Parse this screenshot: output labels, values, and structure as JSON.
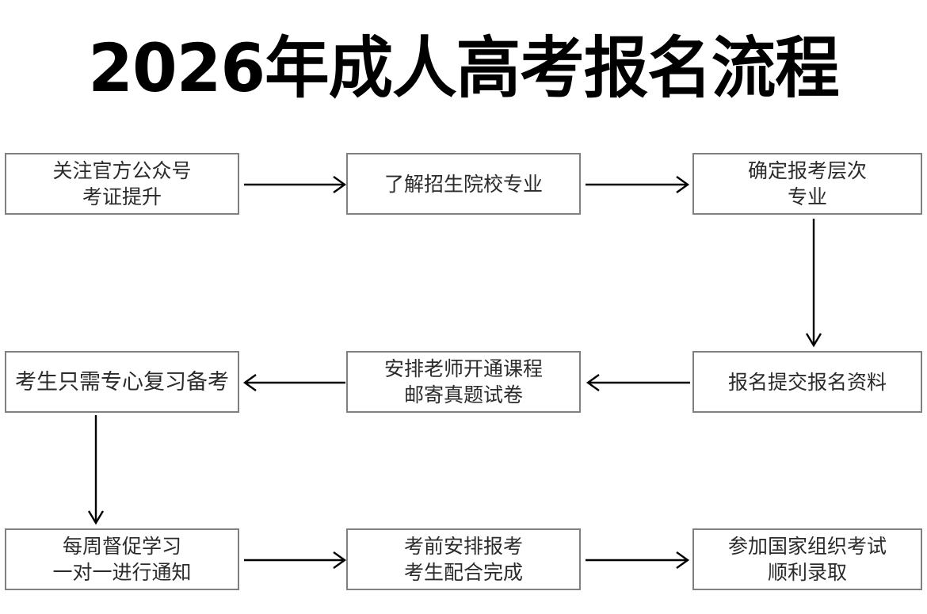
{
  "page": {
    "title": "2026年成人高考报名流程",
    "background_color": "#ffffff",
    "box_border_color": "#808080",
    "text_color": "#2b2b2b",
    "arrow_color": "#000000"
  },
  "chart_data": {
    "type": "diagram",
    "diagram_type": "flowchart",
    "title": "2026年成人高考报名流程",
    "nodes": [
      {
        "id": "n1",
        "row": 1,
        "col": 1,
        "lines": [
          "关注官方公众号",
          "考证提升"
        ]
      },
      {
        "id": "n2",
        "row": 1,
        "col": 2,
        "lines": [
          "了解招生院校专业"
        ]
      },
      {
        "id": "n3",
        "row": 1,
        "col": 3,
        "lines": [
          "确定报考层次",
          "专业"
        ]
      },
      {
        "id": "n4",
        "row": 2,
        "col": 1,
        "lines": [
          "考生只需专心复习备考"
        ]
      },
      {
        "id": "n5",
        "row": 2,
        "col": 2,
        "lines": [
          "安排老师开通课程",
          "邮寄真题试卷"
        ]
      },
      {
        "id": "n6",
        "row": 2,
        "col": 3,
        "lines": [
          "报名提交报名资料"
        ]
      },
      {
        "id": "n7",
        "row": 3,
        "col": 1,
        "lines": [
          "每周督促学习",
          "一对一进行通知"
        ]
      },
      {
        "id": "n8",
        "row": 3,
        "col": 2,
        "lines": [
          "考前安排报考",
          "考生配合完成"
        ]
      },
      {
        "id": "n9",
        "row": 3,
        "col": 3,
        "lines": [
          "参加国家组织考试",
          "顺利录取"
        ]
      }
    ],
    "edges": [
      {
        "from": "n1",
        "to": "n2",
        "direction": "right"
      },
      {
        "from": "n2",
        "to": "n3",
        "direction": "right"
      },
      {
        "from": "n3",
        "to": "n6",
        "direction": "down"
      },
      {
        "from": "n6",
        "to": "n5",
        "direction": "left"
      },
      {
        "from": "n5",
        "to": "n4",
        "direction": "left"
      },
      {
        "from": "n4",
        "to": "n7",
        "direction": "down"
      },
      {
        "from": "n7",
        "to": "n8",
        "direction": "right"
      },
      {
        "from": "n8",
        "to": "n9",
        "direction": "right"
      }
    ]
  },
  "nodes": {
    "n1": {
      "l1": "关注官方公众号",
      "l2": "考证提升"
    },
    "n2": {
      "l1": "了解招生院校专业"
    },
    "n3": {
      "l1": "确定报考层次",
      "l2": "专业"
    },
    "n4": {
      "l1": "考生只需专心复习备考"
    },
    "n5": {
      "l1": "安排老师开通课程",
      "l2": "邮寄真题试卷"
    },
    "n6": {
      "l1": "报名提交报名资料"
    },
    "n7": {
      "l1": "每周督促学习",
      "l2": "一对一进行通知"
    },
    "n8": {
      "l1": "考前安排报考",
      "l2": "考生配合完成"
    },
    "n9": {
      "l1": "参加国家组织考试",
      "l2": "顺利录取"
    }
  }
}
